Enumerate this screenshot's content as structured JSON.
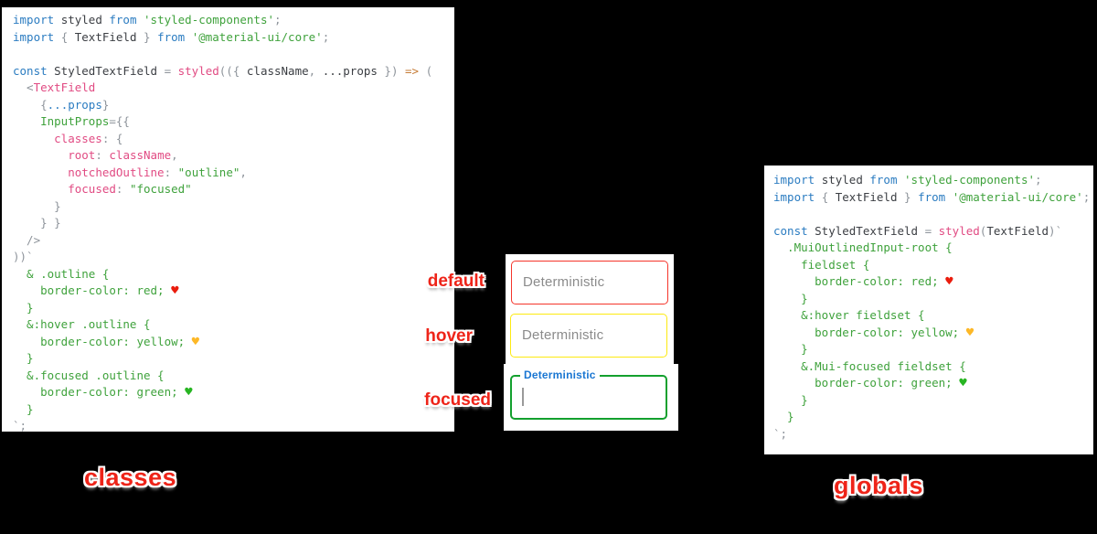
{
  "figure": {
    "background": "#000000",
    "code_colors": {
      "keyword": "#2b7cc1",
      "plain": "#3b3e43",
      "punctuation": "#8e949b",
      "magenta": "#e14b83",
      "green": "#3fa23c",
      "string": "#3fa23c",
      "arrow": "#c57b36",
      "heart_red": "#ea1c0d",
      "heart_yellow": "#fdb827",
      "heart_green": "#27b522"
    },
    "annotation_color": "#ee2419"
  },
  "classes_panel": {
    "label": "classes",
    "lines": [
      [
        [
          "k",
          "import "
        ],
        [
          "p",
          "styled "
        ],
        [
          "k",
          "from "
        ],
        [
          "s",
          "'styled-components'"
        ],
        [
          "d",
          ";"
        ]
      ],
      [
        [
          "k",
          "import "
        ],
        [
          "d",
          "{ "
        ],
        [
          "p",
          "TextField"
        ],
        [
          "d",
          " } "
        ],
        [
          "k",
          "from "
        ],
        [
          "s",
          "'@material-ui/core'"
        ],
        [
          "d",
          ";"
        ]
      ],
      [],
      [
        [
          "k",
          "const "
        ],
        [
          "p",
          "StyledTextField"
        ],
        [
          "d",
          " = "
        ],
        [
          "m",
          "styled"
        ],
        [
          "d",
          "(({ "
        ],
        [
          "p",
          "className"
        ],
        [
          "d",
          ", "
        ],
        [
          "p",
          "...props"
        ],
        [
          "d",
          " }) "
        ],
        [
          "o",
          "=>"
        ],
        [
          "d",
          " ("
        ]
      ],
      [
        [
          "d",
          "  <"
        ],
        [
          "m",
          "TextField"
        ]
      ],
      [
        [
          "d",
          "    {"
        ],
        [
          "b",
          "...props"
        ],
        [
          "d",
          "}"
        ]
      ],
      [
        [
          "d",
          "    "
        ],
        [
          "g",
          "InputProps"
        ],
        [
          "d",
          "={{"
        ]
      ],
      [
        [
          "d",
          "      "
        ],
        [
          "m",
          "classes"
        ],
        [
          "d",
          ": {"
        ]
      ],
      [
        [
          "d",
          "        "
        ],
        [
          "m",
          "root"
        ],
        [
          "d",
          ": "
        ],
        [
          "m",
          "className"
        ],
        [
          "d",
          ","
        ]
      ],
      [
        [
          "d",
          "        "
        ],
        [
          "m",
          "notchedOutline"
        ],
        [
          "d",
          ": "
        ],
        [
          "s",
          "\"outline\""
        ],
        [
          "d",
          ","
        ]
      ],
      [
        [
          "d",
          "        "
        ],
        [
          "m",
          "focused"
        ],
        [
          "d",
          ": "
        ],
        [
          "s",
          "\"focused\""
        ]
      ],
      [
        [
          "d",
          "      }"
        ]
      ],
      [
        [
          "d",
          "    } }"
        ]
      ],
      [
        [
          "d",
          "  />"
        ]
      ],
      [
        [
          "d",
          "))`"
        ]
      ],
      [
        [
          "g",
          "  & .outline {"
        ]
      ],
      [
        [
          "g",
          "    border-color: red; "
        ],
        [
          "hr",
          "♥"
        ]
      ],
      [
        [
          "g",
          "  }"
        ]
      ],
      [
        [
          "g",
          "  &:hover .outline {"
        ]
      ],
      [
        [
          "g",
          "    border-color: yellow; "
        ],
        [
          "hy",
          "♥"
        ]
      ],
      [
        [
          "g",
          "  }"
        ]
      ],
      [
        [
          "g",
          "  &.focused .outline {"
        ]
      ],
      [
        [
          "g",
          "    border-color: green; "
        ],
        [
          "hg",
          "♥"
        ]
      ],
      [
        [
          "g",
          "  }"
        ]
      ],
      [
        [
          "d",
          "`;"
        ]
      ]
    ]
  },
  "globals_panel": {
    "label": "globals",
    "lines": [
      [
        [
          "k",
          "import "
        ],
        [
          "p",
          "styled "
        ],
        [
          "k",
          "from "
        ],
        [
          "s",
          "'styled-components'"
        ],
        [
          "d",
          ";"
        ]
      ],
      [
        [
          "k",
          "import "
        ],
        [
          "d",
          "{ "
        ],
        [
          "p",
          "TextField"
        ],
        [
          "d",
          " } "
        ],
        [
          "k",
          "from "
        ],
        [
          "s",
          "'@material-ui/core'"
        ],
        [
          "d",
          ";"
        ]
      ],
      [],
      [
        [
          "k",
          "const "
        ],
        [
          "p",
          "StyledTextField"
        ],
        [
          "d",
          " = "
        ],
        [
          "m",
          "styled"
        ],
        [
          "d",
          "("
        ],
        [
          "p",
          "TextField"
        ],
        [
          "d",
          ")`"
        ]
      ],
      [
        [
          "g",
          "  .MuiOutlinedInput-root {"
        ]
      ],
      [
        [
          "g",
          "    fieldset {"
        ]
      ],
      [
        [
          "g",
          "      border-color: red; "
        ],
        [
          "hr",
          "♥"
        ]
      ],
      [
        [
          "g",
          "    }"
        ]
      ],
      [
        [
          "g",
          "    &:hover fieldset {"
        ]
      ],
      [
        [
          "g",
          "      border-color: yellow; "
        ],
        [
          "hy",
          "♥"
        ]
      ],
      [
        [
          "g",
          "    }"
        ]
      ],
      [
        [
          "g",
          "    &.Mui-focused fieldset {"
        ]
      ],
      [
        [
          "g",
          "      border-color: green; "
        ],
        [
          "hg",
          "♥"
        ]
      ],
      [
        [
          "g",
          "    }"
        ]
      ],
      [
        [
          "g",
          "  }"
        ]
      ],
      [
        [
          "d",
          "`;"
        ]
      ]
    ]
  },
  "textfields": {
    "states": [
      {
        "state": "default",
        "placeholder": "Deterministic",
        "border_color": "#f5352b"
      },
      {
        "state": "hover",
        "placeholder": "Deterministic",
        "border_color": "#fdea11"
      },
      {
        "state": "focused",
        "label": "Deterministic",
        "border_color": "#13a02e",
        "label_color": "#1976d2"
      }
    ]
  }
}
